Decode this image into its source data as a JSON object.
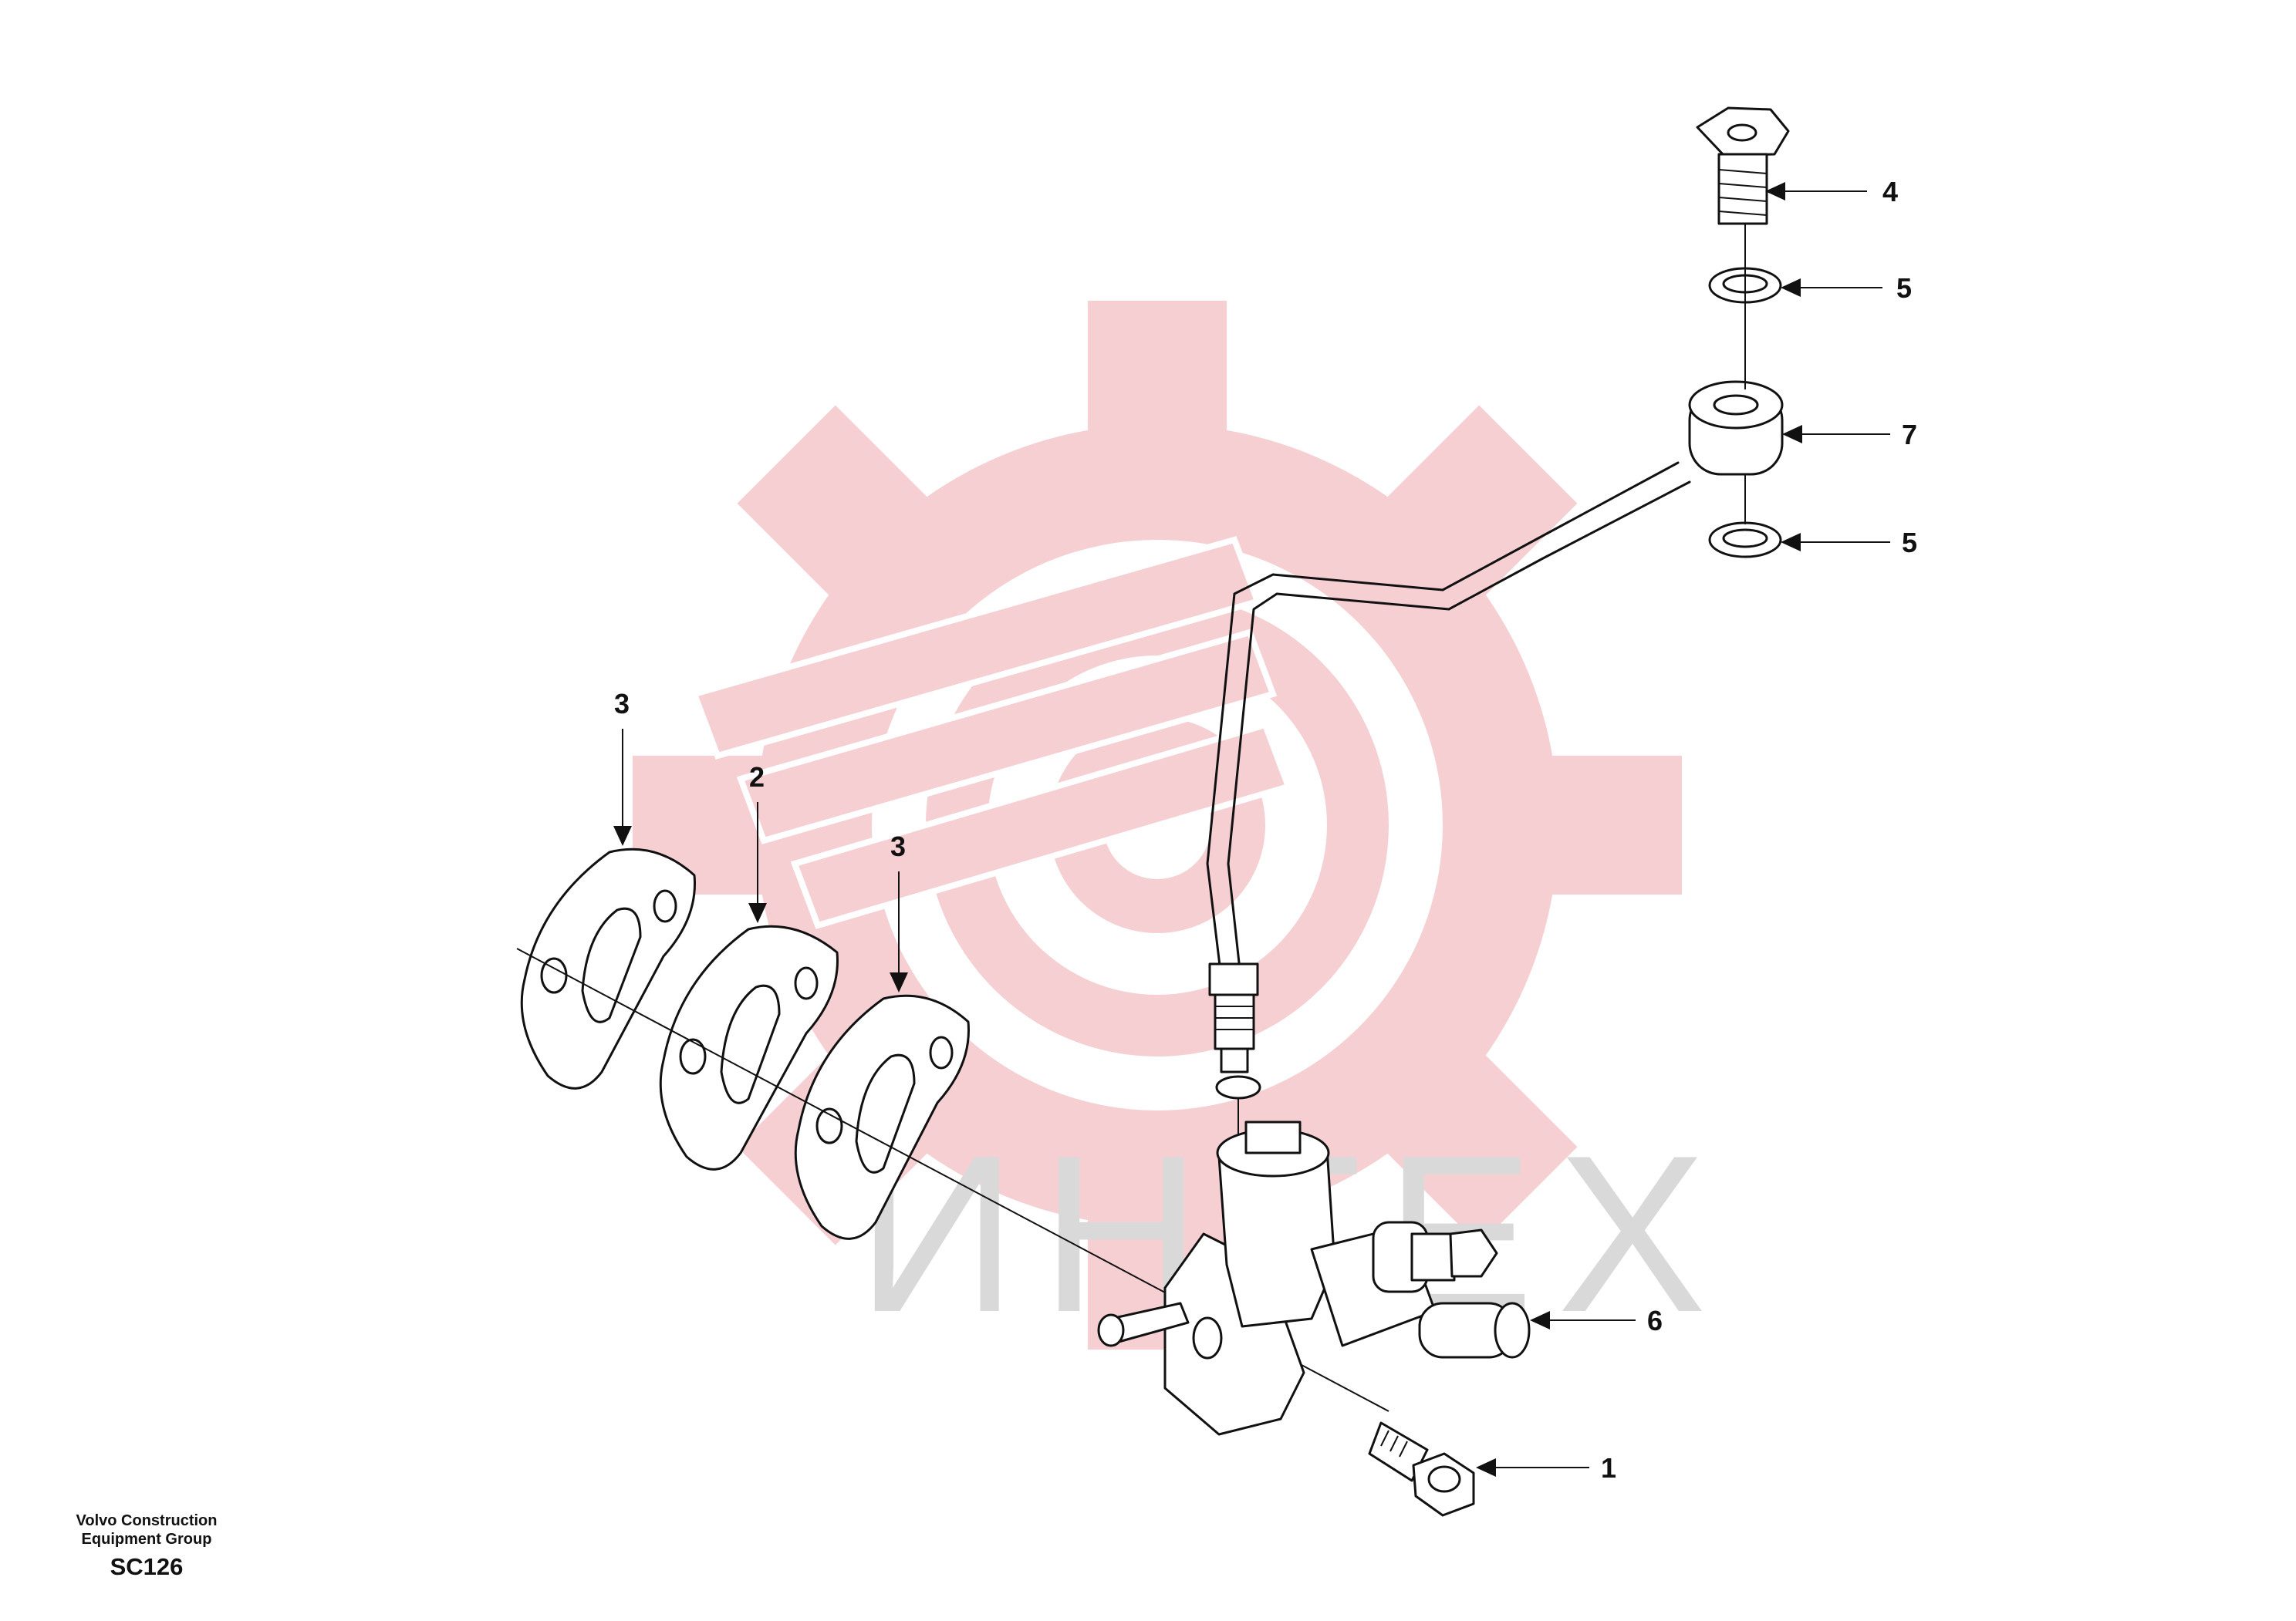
{
  "watermark": {
    "text": "ИНТЕХ",
    "gear_color": "#f6cfd2",
    "text_color": "#d9d9d9"
  },
  "footer": {
    "company_line1": "Volvo Construction",
    "company_line2": "Equipment Group",
    "code": "SC126"
  },
  "callouts": [
    {
      "id": "part-4",
      "label": "4"
    },
    {
      "id": "part-5-upper",
      "label": "5"
    },
    {
      "id": "part-7",
      "label": "7"
    },
    {
      "id": "part-5-lower",
      "label": "5"
    },
    {
      "id": "part-3-left",
      "label": "3"
    },
    {
      "id": "part-2",
      "label": "2"
    },
    {
      "id": "part-3-right",
      "label": "3"
    },
    {
      "id": "part-6",
      "label": "6"
    },
    {
      "id": "part-1",
      "label": "1"
    }
  ]
}
